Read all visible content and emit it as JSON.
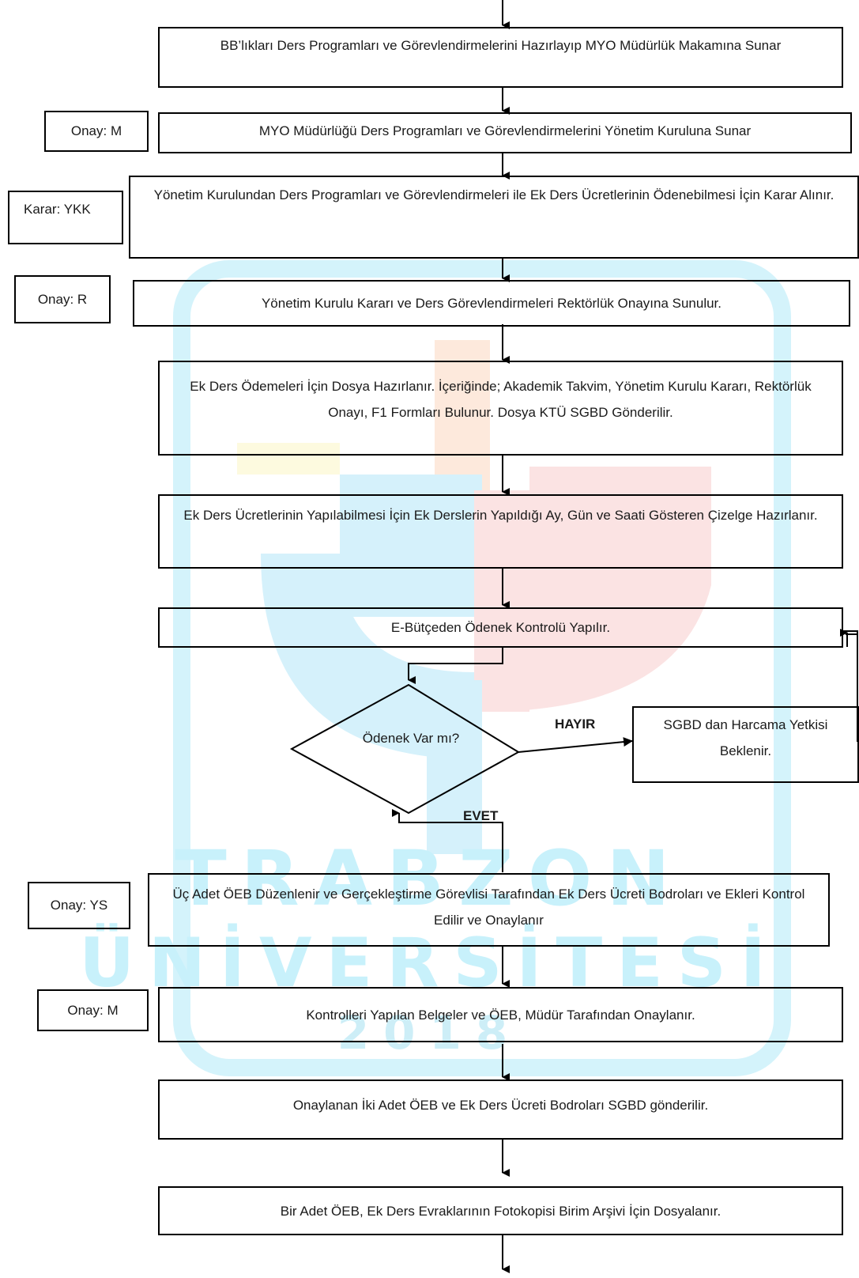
{
  "watermark": {
    "line1": "TRABZON",
    "line2": "ÜNİVERSİTESİ",
    "line3": "2018"
  },
  "steps": {
    "s1": "BB’lıkları Ders Programları ve Görevlendirmelerini Hazırlayıp MYO Müdürlük Makamına Sunar",
    "s2": "MYO Müdürlüğü Ders Programları ve Görevlendirmelerini Yönetim Kuruluna Sunar",
    "s3": "Yönetim Kurulundan Ders Programları ve Görevlendirmeleri ile Ek Ders Ücretlerinin Ödenebilmesi İçin Karar Alınır.",
    "s4": "Yönetim Kurulu Kararı ve Ders Görevlendirmeleri Rektörlük Onayına Sunulur.",
    "s5": "Ek Ders Ödemeleri İçin Dosya Hazırlanır. İçeriğinde; Akademik Takvim, Yönetim Kurulu Kararı, Rektörlük Onayı, F1 Formları Bulunur. Dosya KTÜ SGBD Gönderilir.",
    "s6": "Ek Ders Ücretlerinin Yapılabilmesi İçin Ek Derslerin Yapıldığı Ay, Gün ve Saati Gösteren Çizelge Hazırlanır.",
    "s7": "E-Bütçeden Ödenek Kontrolü Yapılır.",
    "decision": "Ödenek Var mı?",
    "side": "SGBD dan Harcama Yetkisi Beklenir.",
    "s8": "Üç Adet ÖEB Düzenlenir ve Gerçekleştirme Görevlisi Tarafından Ek Ders Ücreti Bodroları ve Ekleri Kontrol Edilir ve Onaylanır",
    "s9": "Kontrolleri Yapılan Belgeler ve ÖEB, Müdür Tarafından Onaylanır.",
    "s10": "Onaylanan İki Adet ÖEB ve Ek Ders Ücreti Bodroları SGBD gönderilir.",
    "s11": "Bir Adet ÖEB, Ek Ders Evraklarının Fotokopisi Birim Arşivi İçin Dosyalanır."
  },
  "tags": {
    "t2": "Onay: M",
    "t3": "Karar: YKK",
    "t4": "Onay: R",
    "t8": "Onay: YS",
    "t9": "Onay:  M"
  },
  "branches": {
    "no": "HAYIR",
    "yes": "EVET"
  }
}
